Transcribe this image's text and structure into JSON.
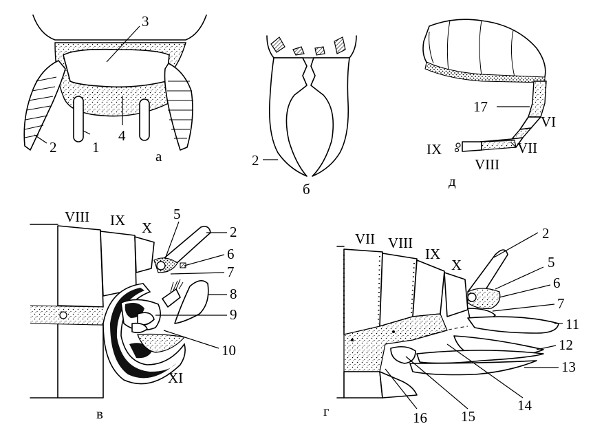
{
  "panels": {
    "a": {
      "letter": "а",
      "labels": {
        "l1": "1",
        "l2": "2",
        "l3": "3",
        "l4": "4"
      }
    },
    "b": {
      "letter": "б",
      "labels": {
        "l2": "2"
      }
    },
    "d": {
      "letter": "д",
      "labels": {
        "l17": "17",
        "VI": "VI",
        "VII": "VII",
        "VIII": "VIII",
        "IX": "IX"
      }
    },
    "v": {
      "letter": "в",
      "labels": {
        "VIII": "VIII",
        "IX": "IX",
        "X": "X",
        "XI": "XI",
        "l2": "2",
        "l5": "5",
        "l6": "6",
        "l7": "7",
        "l8": "8",
        "l9": "9",
        "l10": "10"
      }
    },
    "g": {
      "letter": "г",
      "labels": {
        "VII": "VII",
        "VIII": "VIII",
        "IX": "IX",
        "X": "X",
        "l2": "2",
        "l5": "5",
        "l6": "6",
        "l7": "7",
        "l11": "11",
        "l12": "12",
        "l13": "13",
        "l14": "14",
        "l15": "15",
        "l16": "16"
      }
    }
  }
}
